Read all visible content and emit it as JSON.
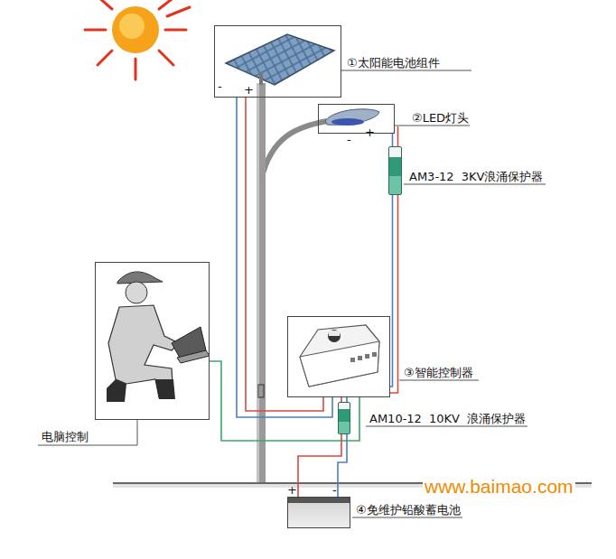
{
  "diagram": {
    "nodes": [
      {
        "text": [
          "①太阳能电池组件"
        ]
      },
      {
        "text": [
          "②LED灯头"
        ]
      },
      {
        "text": [
          "AM3-12 3KV浪涌保护器"
        ]
      },
      {
        "text": [
          "电脑控制"
        ]
      },
      {
        "text": [
          "③智能控制器"
        ]
      },
      {
        "text": [
          "AM10-12 10KV 浪涌保护器"
        ]
      },
      {
        "text": [
          "④免维护铅酸蓄电池"
        ]
      }
    ],
    "edges": [
      {
        "from": 0,
        "to": 4,
        "arrow": "none"
      },
      {
        "from": 1,
        "to": 2,
        "arrow": "none"
      },
      {
        "from": 2,
        "to": 4,
        "arrow": "none"
      },
      {
        "from": 3,
        "to": 4,
        "arrow": "none"
      },
      {
        "from": 4,
        "to": 5,
        "arrow": "none"
      },
      {
        "from": 5,
        "to": 6,
        "arrow": "none"
      }
    ],
    "labels": [
      "-",
      "+",
      "-",
      "+",
      "+",
      "-",
      "www.baimao.com"
    ]
  }
}
